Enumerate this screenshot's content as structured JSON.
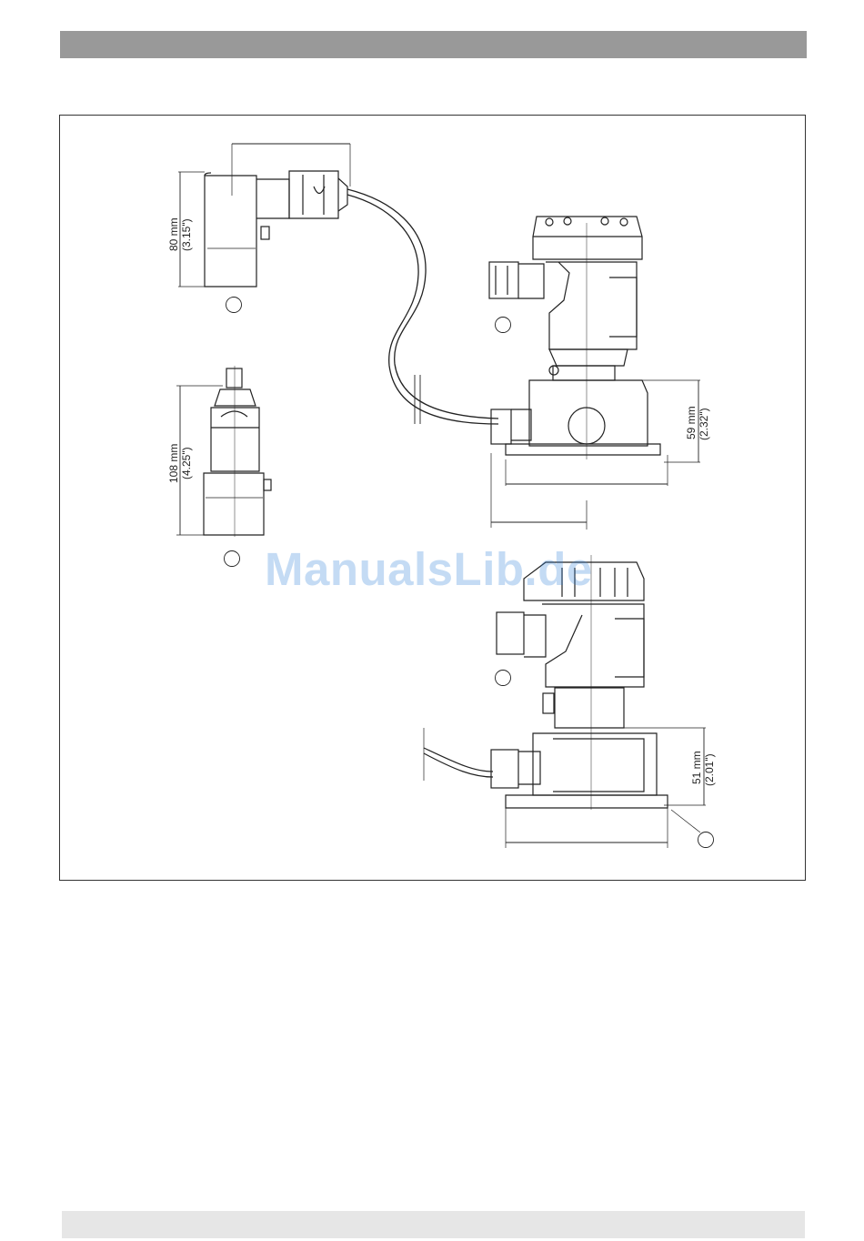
{
  "colors": {
    "header_bar": "#999999",
    "footer_bar": "#e6e6e6",
    "watermark": "#2f7fd8"
  },
  "dimensions": {
    "top_left_height_mm": "80 mm",
    "top_left_height_in": "(3.15\")",
    "mid_left_height_mm": "108 mm",
    "mid_left_height_in": "(4.25\")",
    "right_upper_height_mm": "59 mm",
    "right_upper_height_in": "(2.32\")",
    "right_lower_height_mm": "51 mm",
    "right_lower_height_in": "(2.01\")"
  },
  "watermark": {
    "text": "ManualsLib.de"
  }
}
